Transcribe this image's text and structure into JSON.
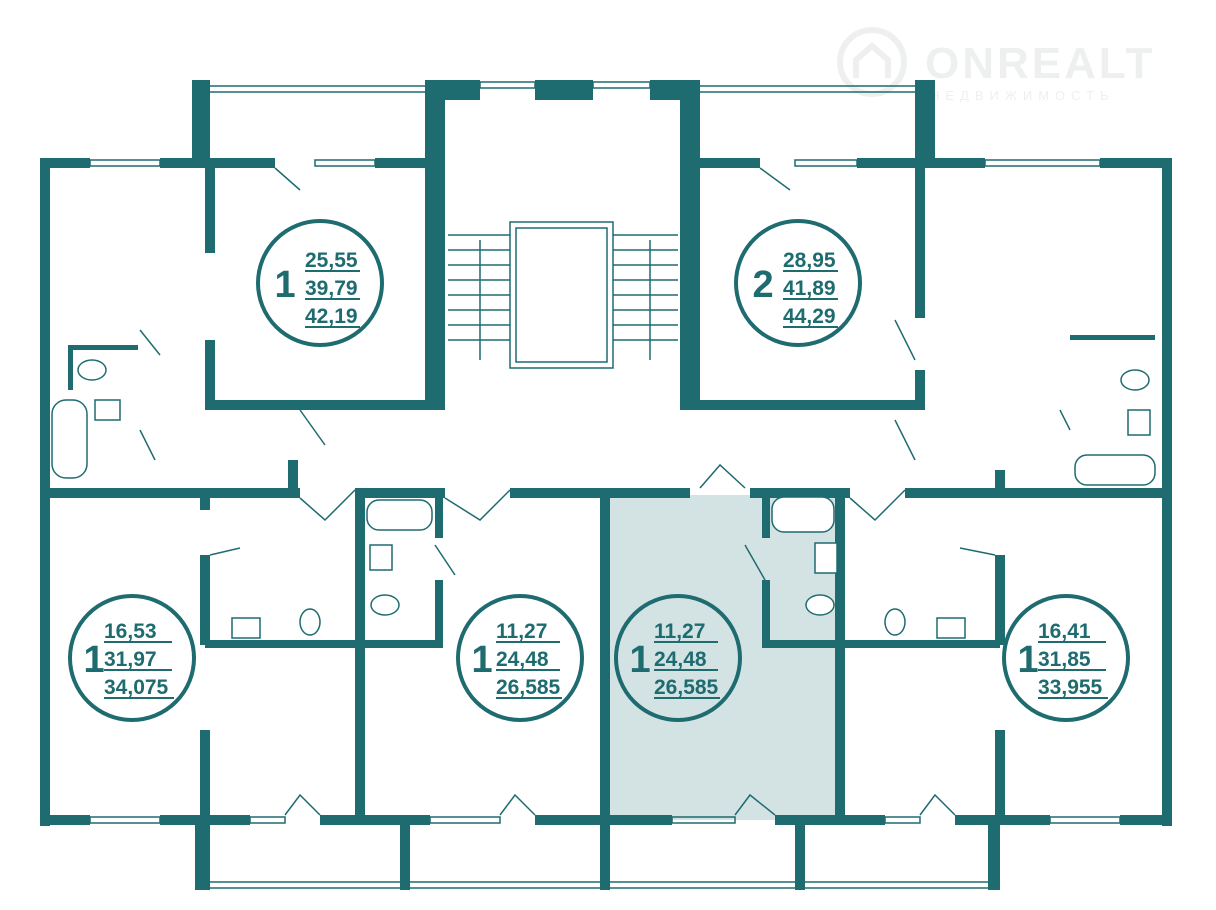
{
  "logo": {
    "brand": "ONREALT",
    "tagline": "НЕДВИЖИМОСТЬ"
  },
  "colors": {
    "wall": "#1e6b70",
    "highlight": "#d3e3e4"
  },
  "apartments": [
    {
      "rooms": "1",
      "living": "25,55",
      "total": "39,79",
      "total_with_balcony": "42,19"
    },
    {
      "rooms": "2",
      "living": "28,95",
      "total": "41,89",
      "total_with_balcony": "44,29"
    },
    {
      "rooms": "1",
      "living": "16,53",
      "total": "31,97",
      "total_with_balcony": "34,075"
    },
    {
      "rooms": "1",
      "living": "11,27",
      "total": "24,48",
      "total_with_balcony": "26,585"
    },
    {
      "rooms": "1",
      "living": "11,27",
      "total": "24,48",
      "total_with_balcony": "26,585",
      "selected": true
    },
    {
      "rooms": "1",
      "living": "16,41",
      "total": "31,85",
      "total_with_balcony": "33,955"
    }
  ]
}
